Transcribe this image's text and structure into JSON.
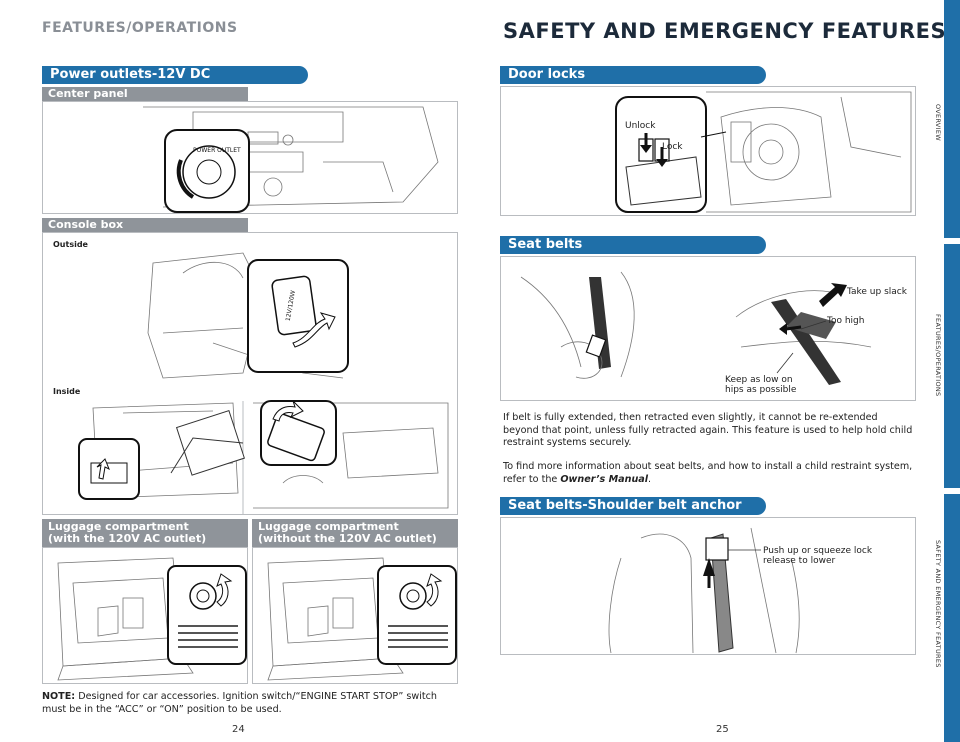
{
  "left_page": {
    "header": "FEATURES/OPERATIONS",
    "power_outlets": {
      "title": "Power outlets-12V DC",
      "center_panel": "Center panel",
      "console_box": "Console box",
      "outside": "Outside",
      "inside": "Inside",
      "outlet_label": "12V/120W"
    },
    "luggage_with": "Luggage compartment\n(with the 120V AC outlet)",
    "luggage_without": "Luggage compartment\n(without the 120V AC outlet)",
    "note_label": "NOTE:",
    "note_text": "Designed for car accessories. Ignition switch/“ENGINE START STOP” switch must be in the “ACC” or “ON” position to be used.",
    "page_number": "24"
  },
  "right_page": {
    "header": "SAFETY AND EMERGENCY FEATURES",
    "door_locks": {
      "title": "Door locks",
      "unlock": "Unlock",
      "lock": "Lock"
    },
    "seat_belts": {
      "title": "Seat belts",
      "take_up_slack": "Take up slack",
      "too_high": "Too high",
      "keep_low": "Keep as low on\nhips as possible",
      "para1": "If belt is fully extended, then retracted even slightly, it cannot be re-extended beyond that point, unless fully retracted again. This feature is used to help hold child restraint systems securely.",
      "para2_prefix": "To find more information about seat belts, and how to install a child restraint system, refer to the",
      "para2_italic": "Owner’s Manual",
      "para2_suffix": "."
    },
    "shoulder_anchor": {
      "title": "Seat belts-Shoulder belt anchor",
      "label": "Push up or squeeze lock\nrelease to lower"
    },
    "page_number": "25"
  },
  "side_tabs": {
    "overview": "OVERVIEW",
    "features": "FEATURES/OPERATIONS",
    "safety": "SAFETY AND EMERGENCY FEATURES"
  },
  "colors": {
    "section_blue": "#1f6fa8",
    "subtitle_gray": "#8f949a",
    "header_navy": "#1c2a3a"
  }
}
